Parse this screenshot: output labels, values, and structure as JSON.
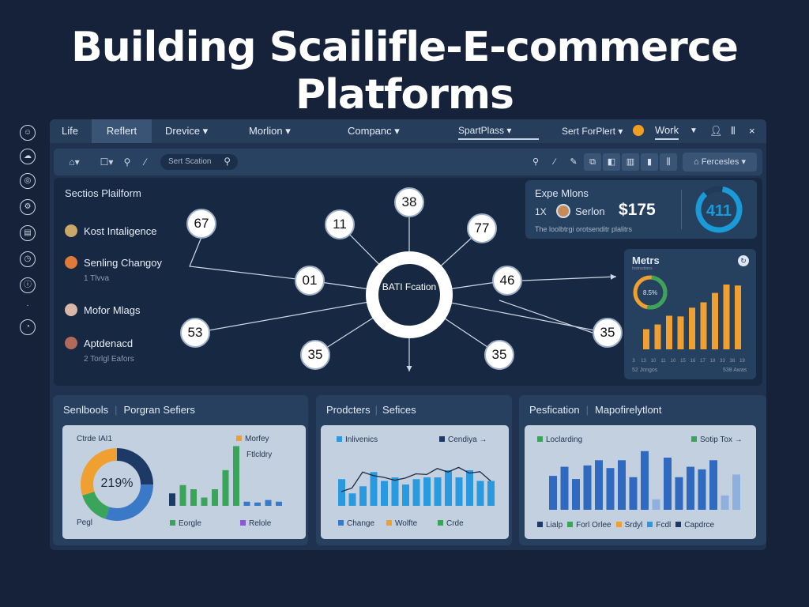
{
  "title": {
    "line1": "Building Scailifle-E-commerce",
    "line2": "Platforms"
  },
  "sidebar": {
    "icons": [
      "user-circle-icon",
      "cloud-icon",
      "globe-icon",
      "settings-icon",
      "document-icon",
      "clock-icon",
      "info-icon",
      "dot-icon",
      "chart-icon"
    ]
  },
  "nav": {
    "items": [
      {
        "label": "Life"
      },
      {
        "label": "Reflert"
      },
      {
        "label": "Drevice ▾"
      },
      {
        "label": "Morlion ▾"
      },
      {
        "label": "Companc ▾"
      },
      {
        "label": "SpartPlass ▾"
      },
      {
        "label": "Sert ForPlert ▾"
      },
      {
        "label": "Work"
      }
    ],
    "close": "×"
  },
  "toolbar": {
    "search_placeholder": "Sert Scation",
    "filter_label": "Fercesles"
  },
  "left_list": {
    "title": "Sectios Plailform",
    "items": [
      {
        "label": "Kost Intaligence",
        "color": "#c9a86a"
      },
      {
        "label": "Senling Changoy",
        "sub": "1 Tlvva",
        "color": "#e07a3a"
      },
      {
        "label": "Mofor Mlags",
        "color": "#d9b8a8"
      },
      {
        "label": "Aptdenacd",
        "sub": "2 Torlgl Eafors",
        "color": "#b26a5a"
      }
    ]
  },
  "diagram": {
    "center_label": "BATI Fcation",
    "nodes": [
      "67",
      "11",
      "38",
      "77",
      "01",
      "46",
      "53",
      "35",
      "35",
      "35"
    ]
  },
  "expe": {
    "title": "Expe Mlons",
    "count": "1X",
    "name": "Serlon",
    "amount": "$175",
    "desc": "The loolbtrgi orotsenditr plalitrs",
    "ring_value": "411",
    "ring_color": "#1a9ad6"
  },
  "metrics": {
    "title": "Metrs",
    "subtitle": "Instructions",
    "donut_label": "8.5%",
    "bars": [
      30,
      37,
      50,
      49,
      62,
      70,
      84,
      100,
      95
    ],
    "bar_color": "#f0a030",
    "tick_labels": [
      "3",
      "13",
      "10",
      "11",
      "10",
      "15",
      "16",
      "17",
      "18",
      "33",
      "38",
      "19"
    ],
    "footer_left": "52 Jnngos",
    "footer_right": "538 Awas"
  },
  "panels": [
    {
      "title_a": "Senlbools",
      "title_b": "Porgran Sefiers",
      "donut_title": "Ctrde IAI1",
      "donut_value": "219%",
      "donut_footer": "Pegl",
      "donut_segments": [
        {
          "value": 25,
          "color": "#1d3a66"
        },
        {
          "value": 30,
          "color": "#3a78c8"
        },
        {
          "value": 15,
          "color": "#3aa55a"
        },
        {
          "value": 30,
          "color": "#f0a030"
        }
      ],
      "legend": [
        {
          "label": "Morfey",
          "color": "#f0a030"
        },
        {
          "label": "Ftlcldry",
          "color": ""
        },
        {
          "label": "Eorgle",
          "color": "#3aa55a"
        },
        {
          "label": "Relole",
          "color": "#8a5ad6"
        }
      ],
      "bars": [
        {
          "v": 15,
          "c": "#1d3a66"
        },
        {
          "v": 25,
          "c": "#3aa55a"
        },
        {
          "v": 20,
          "c": "#3aa55a"
        },
        {
          "v": 10,
          "c": "#3aa55a"
        },
        {
          "v": 20,
          "c": "#3aa55a"
        },
        {
          "v": 43,
          "c": "#3aa55a"
        },
        {
          "v": 72,
          "c": "#3aa55a"
        },
        {
          "v": 5,
          "c": "#3a78c8"
        },
        {
          "v": 4,
          "c": "#3a78c8"
        },
        {
          "v": 7,
          "c": "#3a78c8"
        },
        {
          "v": 5,
          "c": "#3a78c8"
        }
      ]
    },
    {
      "title_a": "Prodcters",
      "title_b": "Sefices",
      "legend_top": [
        {
          "label": "Inlivenics",
          "color": "#2a9ae0"
        },
        {
          "label": "Cendiya →",
          "color": "#1d3a66"
        }
      ],
      "legend": [
        {
          "label": "Change",
          "color": "#3a78c8"
        },
        {
          "label": "Wolfte",
          "color": "#f0a030"
        },
        {
          "label": "Crde",
          "color": "#3aa55a"
        }
      ],
      "bars": [
        75,
        35,
        55,
        95,
        70,
        80,
        60,
        75,
        80,
        80,
        100,
        80,
        100,
        70,
        70
      ],
      "line": [
        40,
        50,
        95,
        85,
        80,
        72,
        78,
        90,
        88,
        105,
        95,
        108,
        92,
        96,
        70
      ]
    },
    {
      "title_a": "Pesfication",
      "title_b": "Mapofirelytlont",
      "legend_top": [
        {
          "label": "Loclarding",
          "color": "#3aa55a"
        },
        {
          "label": "Sotip Tox →",
          "color": "#3aa55a"
        }
      ],
      "legend": [
        {
          "label": "Lialp",
          "color": "#1d3a66"
        },
        {
          "label": "Forl Orlee",
          "color": "#3aa55a"
        },
        {
          "label": "Srdyl",
          "color": "#f0a030"
        },
        {
          "label": "Fcdl",
          "color": "#2a9ae0"
        },
        {
          "label": "Capdrce",
          "color": "#1d3a66"
        }
      ],
      "bars": [
        130,
        165,
        118,
        170,
        190,
        160,
        190,
        125,
        225,
        40,
        200,
        125,
        165,
        155,
        190,
        55,
        135
      ],
      "light_bars": [
        9,
        15,
        16
      ]
    }
  ]
}
